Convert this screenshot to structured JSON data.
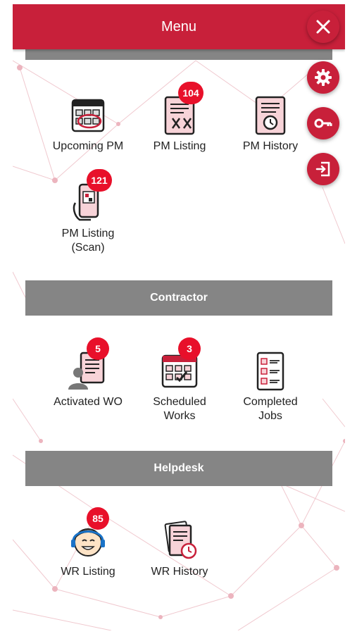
{
  "header": {
    "title": "Menu"
  },
  "actions": [
    "close",
    "settings",
    "key",
    "logout"
  ],
  "sections": {
    "contractor": "Contractor",
    "helpdesk": "Helpdesk"
  },
  "tiles": {
    "upcoming_pm": {
      "label": "Upcoming PM"
    },
    "pm_listing": {
      "label": "PM Listing",
      "badge": "104"
    },
    "pm_history": {
      "label": "PM History"
    },
    "pm_listing_scan": {
      "label_line1": "PM Listing",
      "label_line2": "(Scan)",
      "badge": "121"
    },
    "activated_wo": {
      "label": "Activated WO",
      "badge": "5"
    },
    "scheduled_works": {
      "label_line1": "Scheduled",
      "label_line2": "Works",
      "badge": "3"
    },
    "completed_jobs": {
      "label_line1": "Completed",
      "label_line2": "Jobs"
    },
    "wr_listing": {
      "label": "WR Listing",
      "badge": "85"
    },
    "wr_history": {
      "label": "WR History"
    }
  },
  "colors": {
    "primary": "#c8203a",
    "badge": "#e8102a",
    "section_bar": "#858585"
  }
}
